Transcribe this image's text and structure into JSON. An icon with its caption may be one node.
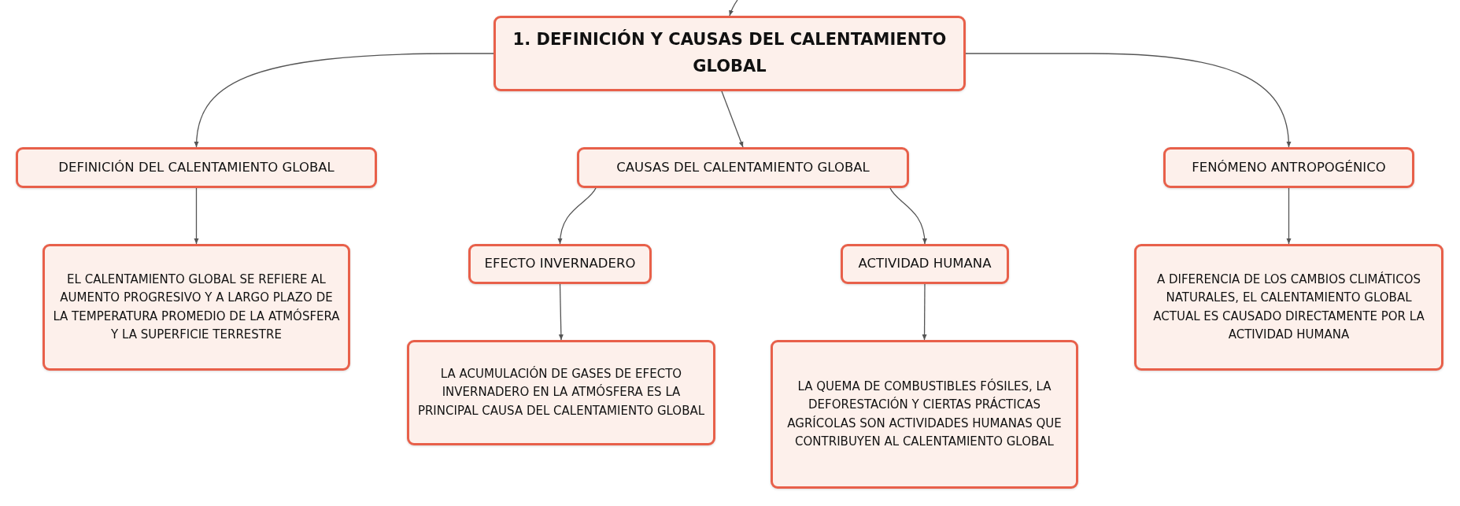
{
  "diagram": {
    "nodes": [
      {
        "text": [
          "1. DEFINICIÓN Y CAUSAS DEL CALENTAMIENTO GLOBAL"
        ]
      },
      {
        "text": [
          "DEFINICIÓN DEL CALENTAMIENTO GLOBAL"
        ]
      },
      {
        "text": [
          "CAUSAS DEL CALENTAMIENTO GLOBAL"
        ]
      },
      {
        "text": [
          "FENÓMENO ANTROPOGÉNICO"
        ]
      },
      {
        "text": [
          "EL CALENTAMIENTO GLOBAL SE REFIERE AL AUMENTO PROGRESIVO Y A LARGO PLAZO DE LA TEMPERATURA PROMEDIO DE LA ATMÓSFERA Y LA SUPERFICIE TERRESTRE"
        ]
      },
      {
        "text": [
          "EFECTO INVERNADERO"
        ]
      },
      {
        "text": [
          "ACTIVIDAD HUMANA"
        ]
      },
      {
        "text": [
          "A DIFERENCIA DE LOS CAMBIOS CLIMÁTICOS NATURALES, EL CALENTAMIENTO GLOBAL ACTUAL ES CAUSADO DIRECTAMENTE POR LA ACTIVIDAD HUMANA"
        ]
      },
      {
        "text": [
          "LA ACUMULACIÓN DE GASES DE EFECTO INVERNADERO EN LA ATMÓSFERA ES LA PRINCIPAL CAUSA DEL CALENTAMIENTO GLOBAL"
        ]
      },
      {
        "text": [
          "LA QUEMA DE COMBUSTIBLES FÓSILES, LA DEFORESTACIÓN Y CIERTAS PRÁCTICAS AGRÍCOLAS SON ACTIVIDADES HUMANAS QUE CONTRIBUYEN AL CALENTAMIENTO GLOBAL"
        ]
      }
    ],
    "edges": [
      {
        "from": null,
        "to": 0,
        "arrow": "to"
      },
      {
        "from": 0,
        "to": 1,
        "arrow": "to"
      },
      {
        "from": 0,
        "to": 2,
        "arrow": "to"
      },
      {
        "from": 0,
        "to": 3,
        "arrow": "to"
      },
      {
        "from": 1,
        "to": 4,
        "arrow": "to"
      },
      {
        "from": 2,
        "to": 5,
        "arrow": "to"
      },
      {
        "from": 2,
        "to": 6,
        "arrow": "to"
      },
      {
        "from": 3,
        "to": 7,
        "arrow": "to"
      },
      {
        "from": 5,
        "to": 8,
        "arrow": "to"
      },
      {
        "from": 6,
        "to": 9,
        "arrow": "to"
      }
    ]
  }
}
